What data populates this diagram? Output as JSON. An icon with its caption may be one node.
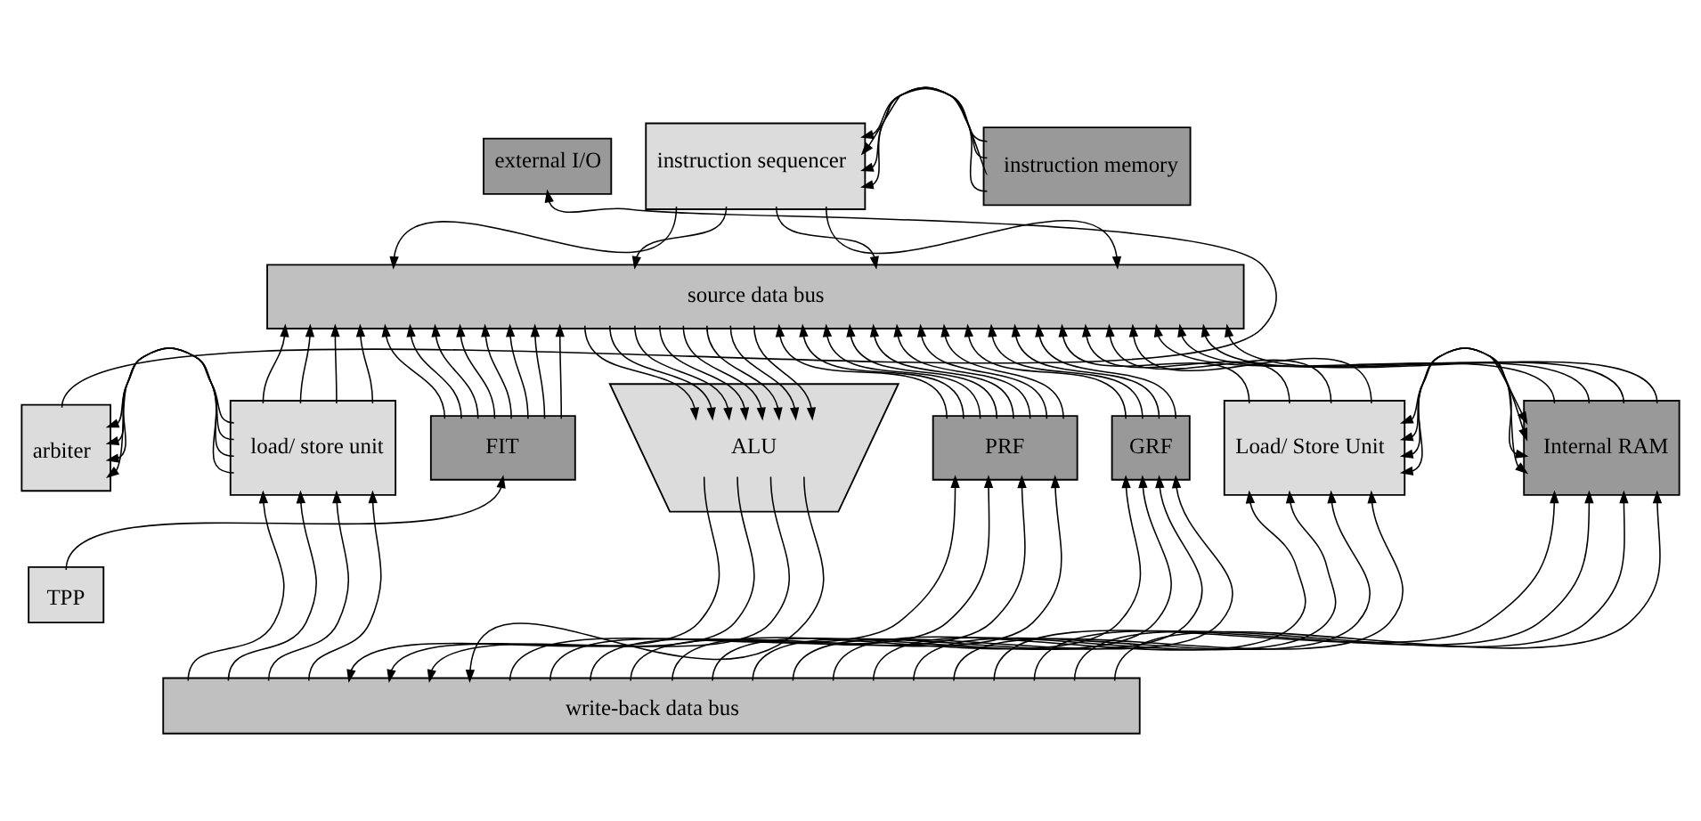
{
  "diagram": {
    "nodes": [
      {
        "text": [
          "external I/O"
        ]
      },
      {
        "text": [
          "instruction sequencer"
        ]
      },
      {
        "text": [
          "instruction memory"
        ]
      },
      {
        "text": [
          "source data bus"
        ]
      },
      {
        "text": [
          "arbiter"
        ]
      },
      {
        "text": [
          "load/ store unit"
        ]
      },
      {
        "text": [
          "FIT"
        ]
      },
      {
        "text": [
          "ALU"
        ]
      },
      {
        "text": [
          "PRF"
        ]
      },
      {
        "text": [
          "GRF"
        ]
      },
      {
        "text": [
          "Load/ Store Unit"
        ]
      },
      {
        "text": [
          "Internal RAM"
        ]
      },
      {
        "text": [
          "TPP"
        ]
      },
      {
        "text": [
          "write-back data bus"
        ]
      }
    ],
    "edges": [
      {
        "from": 2,
        "to": 1,
        "arrow": "to"
      },
      {
        "from": 2,
        "to": 1,
        "arrow": "to"
      },
      {
        "from": 2,
        "to": 1,
        "arrow": "to"
      },
      {
        "from": 2,
        "to": 1,
        "arrow": "to"
      },
      {
        "from": 1,
        "to": 3,
        "arrow": "to"
      },
      {
        "from": 1,
        "to": 3,
        "arrow": "to"
      },
      {
        "from": 1,
        "to": 3,
        "arrow": "to"
      },
      {
        "from": 1,
        "to": 3,
        "arrow": "to"
      },
      {
        "from": 4,
        "to": 0,
        "arrow": "to"
      },
      {
        "from": 5,
        "to": 4,
        "arrow": "to"
      },
      {
        "from": 5,
        "to": 4,
        "arrow": "to"
      },
      {
        "from": 5,
        "to": 4,
        "arrow": "to"
      },
      {
        "from": 5,
        "to": 4,
        "arrow": "to"
      },
      {
        "from": 5,
        "to": 3,
        "arrow": "to"
      },
      {
        "from": 5,
        "to": 3,
        "arrow": "to"
      },
      {
        "from": 5,
        "to": 3,
        "arrow": "to"
      },
      {
        "from": 5,
        "to": 3,
        "arrow": "to"
      },
      {
        "from": 6,
        "to": 3,
        "arrow": "to"
      },
      {
        "from": 6,
        "to": 3,
        "arrow": "to"
      },
      {
        "from": 6,
        "to": 3,
        "arrow": "to"
      },
      {
        "from": 6,
        "to": 3,
        "arrow": "to"
      },
      {
        "from": 6,
        "to": 3,
        "arrow": "to"
      },
      {
        "from": 6,
        "to": 3,
        "arrow": "to"
      },
      {
        "from": 6,
        "to": 3,
        "arrow": "to"
      },
      {
        "from": 6,
        "to": 3,
        "arrow": "to"
      },
      {
        "from": 3,
        "to": 7,
        "arrow": "to"
      },
      {
        "from": 3,
        "to": 7,
        "arrow": "to"
      },
      {
        "from": 3,
        "to": 7,
        "arrow": "to"
      },
      {
        "from": 3,
        "to": 7,
        "arrow": "to"
      },
      {
        "from": 3,
        "to": 7,
        "arrow": "to"
      },
      {
        "from": 3,
        "to": 7,
        "arrow": "to"
      },
      {
        "from": 3,
        "to": 7,
        "arrow": "to"
      },
      {
        "from": 3,
        "to": 7,
        "arrow": "to"
      },
      {
        "from": 8,
        "to": 3,
        "arrow": "to"
      },
      {
        "from": 8,
        "to": 3,
        "arrow": "to"
      },
      {
        "from": 8,
        "to": 3,
        "arrow": "to"
      },
      {
        "from": 8,
        "to": 3,
        "arrow": "to"
      },
      {
        "from": 8,
        "to": 3,
        "arrow": "to"
      },
      {
        "from": 8,
        "to": 3,
        "arrow": "to"
      },
      {
        "from": 8,
        "to": 3,
        "arrow": "to"
      },
      {
        "from": 8,
        "to": 3,
        "arrow": "to"
      },
      {
        "from": 9,
        "to": 3,
        "arrow": "to"
      },
      {
        "from": 9,
        "to": 3,
        "arrow": "to"
      },
      {
        "from": 9,
        "to": 3,
        "arrow": "to"
      },
      {
        "from": 9,
        "to": 3,
        "arrow": "to"
      },
      {
        "from": 10,
        "to": 3,
        "arrow": "to"
      },
      {
        "from": 10,
        "to": 3,
        "arrow": "to"
      },
      {
        "from": 10,
        "to": 3,
        "arrow": "to"
      },
      {
        "from": 10,
        "to": 3,
        "arrow": "to"
      },
      {
        "from": 10,
        "to": 11,
        "arrow": "both"
      },
      {
        "from": 10,
        "to": 11,
        "arrow": "both"
      },
      {
        "from": 10,
        "to": 11,
        "arrow": "both"
      },
      {
        "from": 10,
        "to": 11,
        "arrow": "both"
      },
      {
        "from": 11,
        "to": 3,
        "arrow": "to"
      },
      {
        "from": 11,
        "to": 3,
        "arrow": "to"
      },
      {
        "from": 11,
        "to": 3,
        "arrow": "to"
      },
      {
        "from": 11,
        "to": 3,
        "arrow": "to"
      },
      {
        "from": 12,
        "to": 6,
        "arrow": "to"
      },
      {
        "from": 7,
        "to": 13,
        "arrow": "to"
      },
      {
        "from": 7,
        "to": 13,
        "arrow": "to"
      },
      {
        "from": 7,
        "to": 13,
        "arrow": "to"
      },
      {
        "from": 7,
        "to": 13,
        "arrow": "to"
      },
      {
        "from": 13,
        "to": 5,
        "arrow": "to"
      },
      {
        "from": 13,
        "to": 5,
        "arrow": "to"
      },
      {
        "from": 13,
        "to": 5,
        "arrow": "to"
      },
      {
        "from": 13,
        "to": 5,
        "arrow": "to"
      },
      {
        "from": 13,
        "to": 8,
        "arrow": "to"
      },
      {
        "from": 13,
        "to": 8,
        "arrow": "to"
      },
      {
        "from": 13,
        "to": 8,
        "arrow": "to"
      },
      {
        "from": 13,
        "to": 8,
        "arrow": "to"
      },
      {
        "from": 13,
        "to": 9,
        "arrow": "to"
      },
      {
        "from": 13,
        "to": 9,
        "arrow": "to"
      },
      {
        "from": 13,
        "to": 9,
        "arrow": "to"
      },
      {
        "from": 13,
        "to": 9,
        "arrow": "to"
      },
      {
        "from": 13,
        "to": 10,
        "arrow": "to"
      },
      {
        "from": 13,
        "to": 10,
        "arrow": "to"
      },
      {
        "from": 13,
        "to": 10,
        "arrow": "to"
      },
      {
        "from": 13,
        "to": 10,
        "arrow": "to"
      },
      {
        "from": 13,
        "to": 11,
        "arrow": "to"
      },
      {
        "from": 13,
        "to": 11,
        "arrow": "to"
      },
      {
        "from": 13,
        "to": 11,
        "arrow": "to"
      },
      {
        "from": 13,
        "to": 11,
        "arrow": "to"
      }
    ]
  }
}
